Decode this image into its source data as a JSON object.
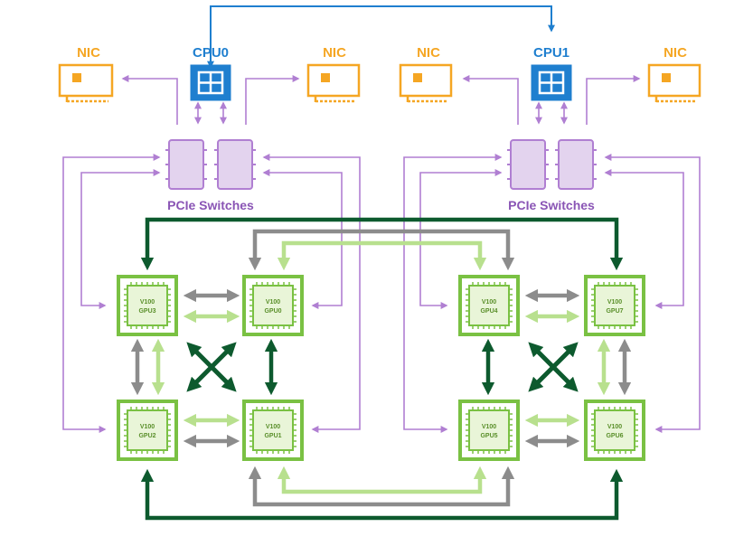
{
  "colors": {
    "cpu": "#1f7fcf",
    "nic": "#f5a623",
    "pcie": "#b07fd2",
    "pcie_fill": "#e3d3ee",
    "gpu": "#7ac143",
    "gpu_chip": "#e9f5d8",
    "nvlink_dark": "#0d5a2e",
    "nvlink_light": "#b8e08e",
    "nvlink_gray": "#8c8c8c"
  },
  "icons": {
    "cpu": "cpu-chip-icon",
    "nic": "network-card-icon",
    "pcie": "pcie-switch-icon",
    "gpu": "gpu-chip-icon"
  },
  "left": {
    "cpu": "CPU0",
    "nic_a": "NIC",
    "nic_b": "NIC",
    "pcie": "PCIe Switches"
  },
  "right": {
    "cpu": "CPU1",
    "nic_a": "NIC",
    "nic_b": "NIC",
    "pcie": "PCIe Switches"
  },
  "gpus": {
    "gpu0": {
      "model": "V100",
      "name": "GPU0"
    },
    "gpu1": {
      "model": "V100",
      "name": "GPU1"
    },
    "gpu2": {
      "model": "V100",
      "name": "GPU2"
    },
    "gpu3": {
      "model": "V100",
      "name": "GPU3"
    },
    "gpu4": {
      "model": "V100",
      "name": "GPU4"
    },
    "gpu5": {
      "model": "V100",
      "name": "GPU5"
    },
    "gpu6": {
      "model": "V100",
      "name": "GPU6"
    },
    "gpu7": {
      "model": "V100",
      "name": "GPU7"
    }
  }
}
